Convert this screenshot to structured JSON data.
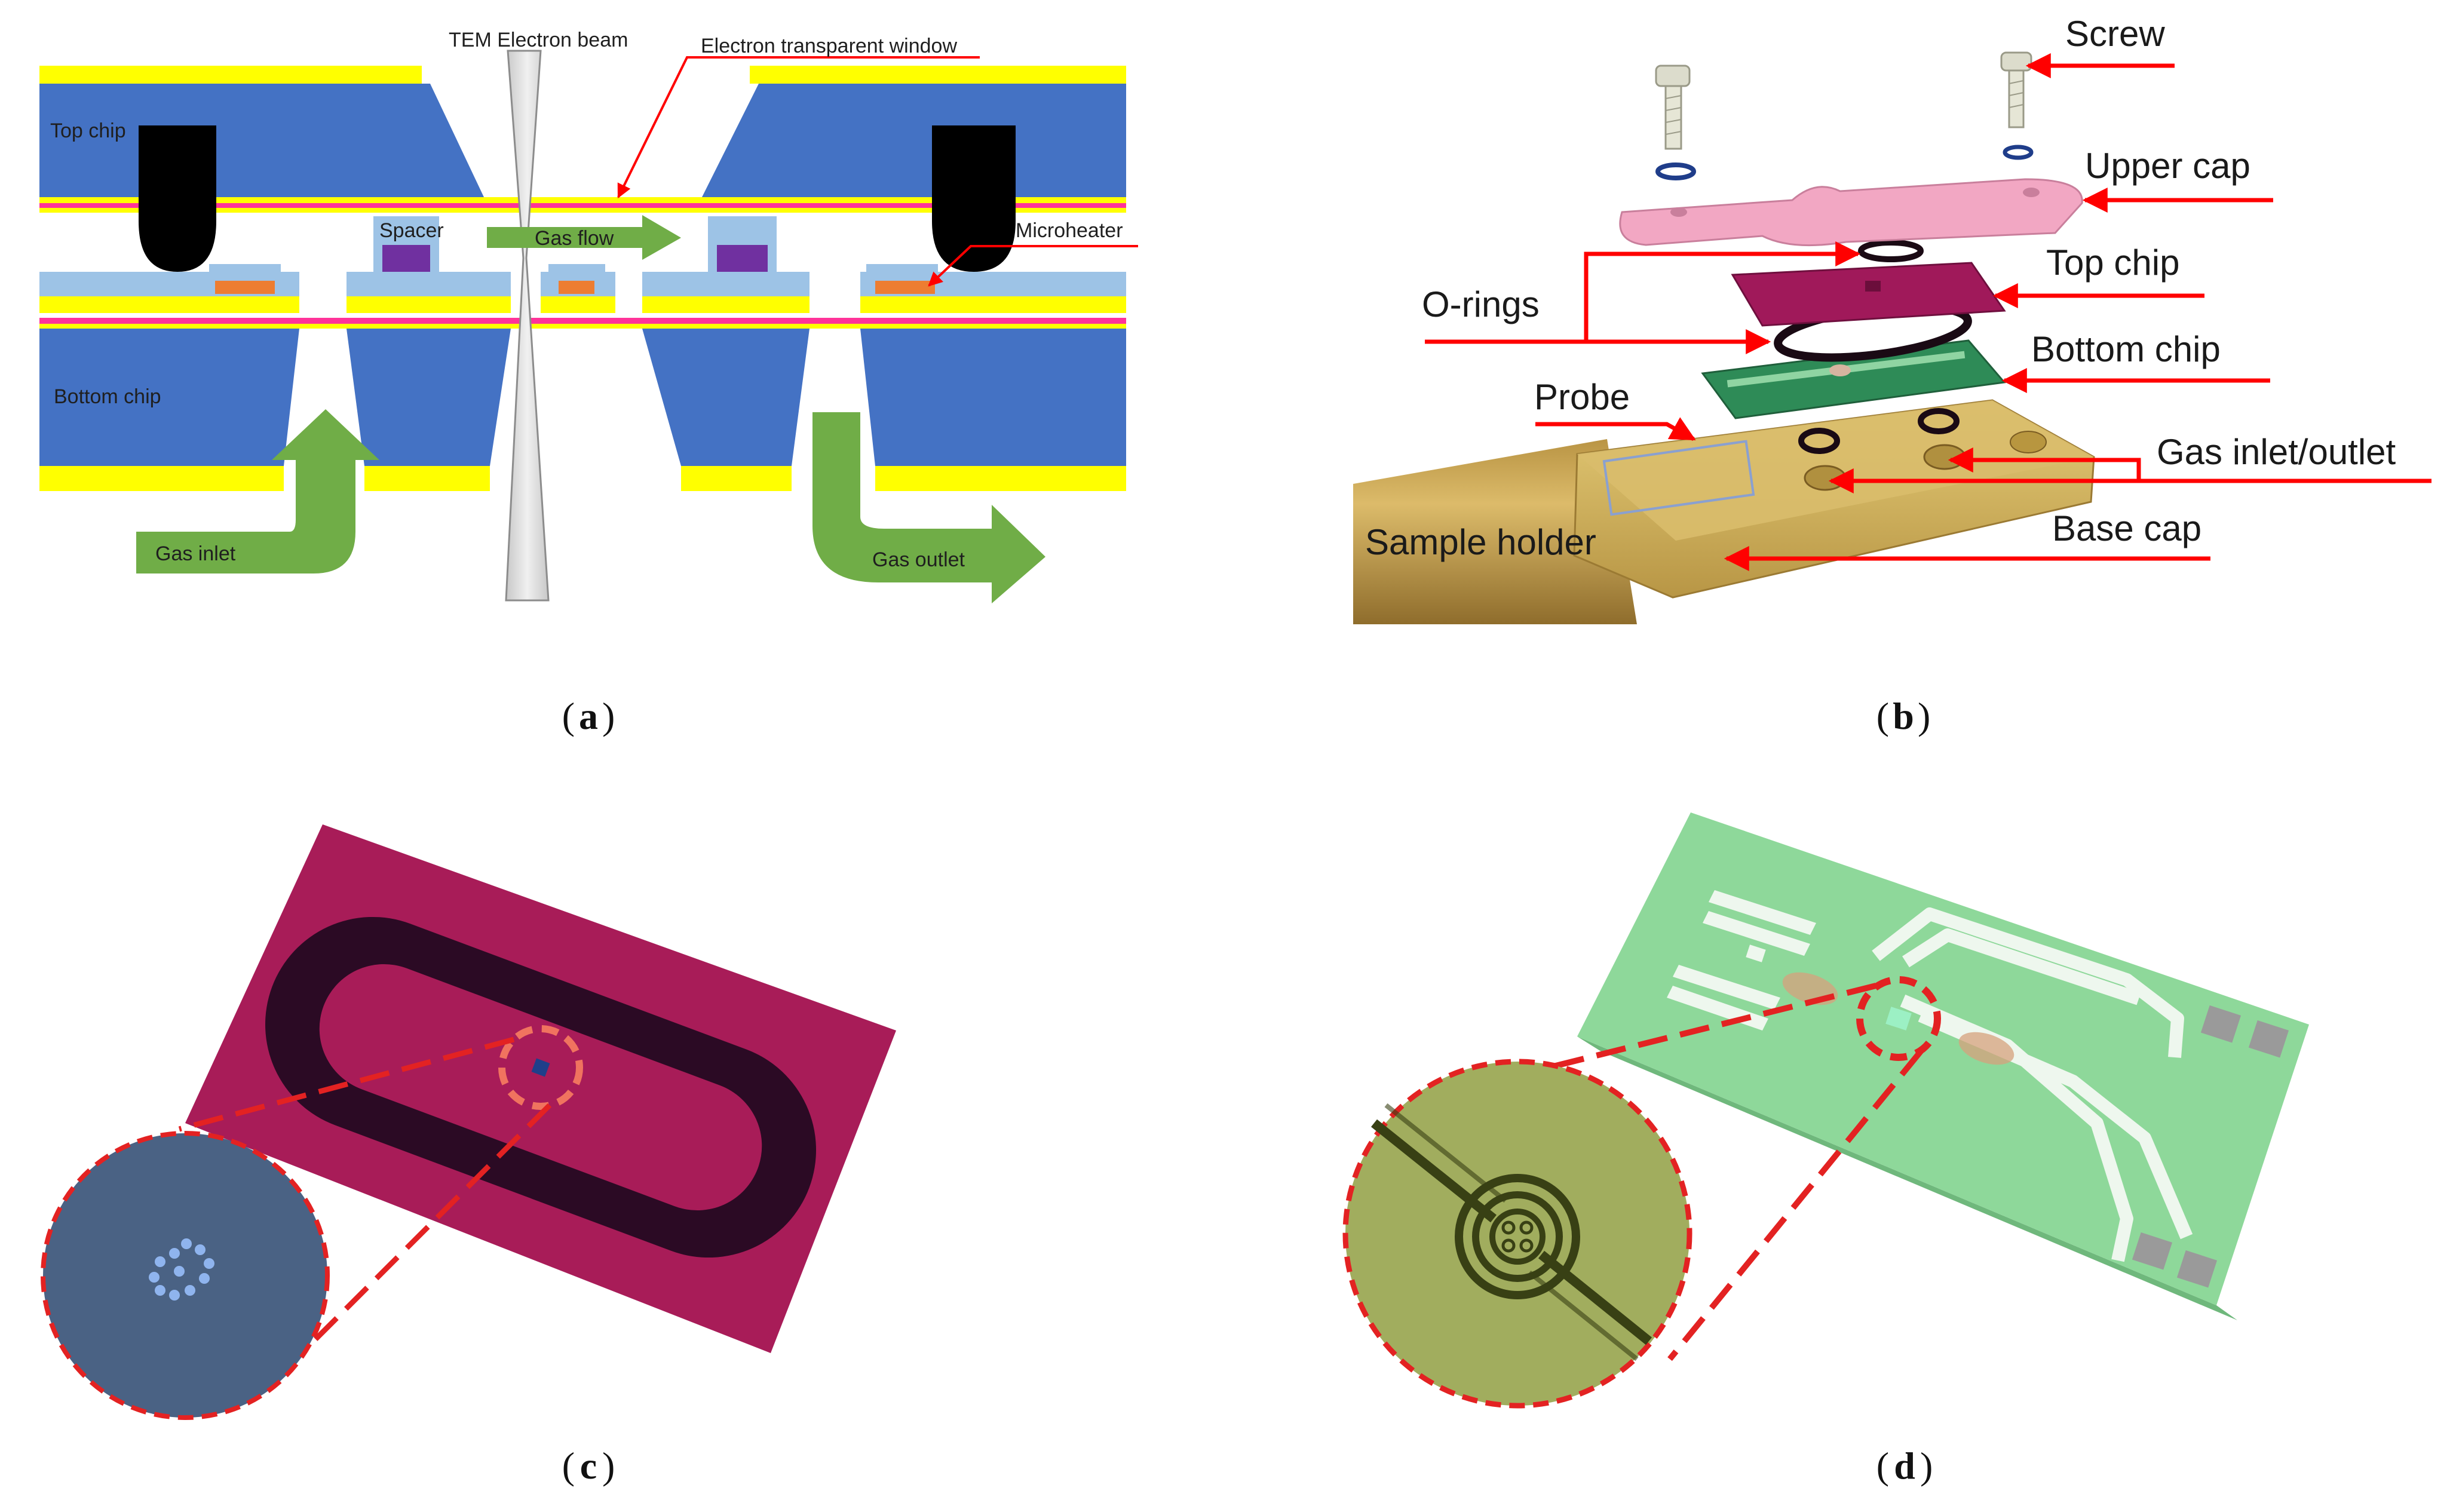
{
  "panel_a": {
    "caption_letter": "a",
    "labels": {
      "tem_beam": "TEM Electron beam",
      "window": "Electron transparent window",
      "top_chip": "Top chip",
      "spacer": "Spacer",
      "gas_flow": "Gas flow",
      "microheater": "Microheater",
      "bottom_chip": "Bottom chip",
      "gas_inlet": "Gas inlet",
      "gas_outlet": "Gas outlet"
    },
    "colors": {
      "chip_blue": "#4472c4",
      "gold_layer": "#ffff00",
      "membrane_pink": "#ff3399",
      "spacer_light": "#9dc3e6",
      "spacer_purple": "#7030a0",
      "heater_orange": "#ed7d31",
      "arrow_green": "#70ad47",
      "leader_red": "#ff0000"
    }
  },
  "panel_b": {
    "caption_letter": "b",
    "labels": {
      "screw": "Screw",
      "upper_cap": "Upper cap",
      "o_rings": "O-rings",
      "top_chip": "Top chip",
      "bottom_chip": "Bottom chip",
      "probe": "Probe",
      "gas_inlet_outlet": "Gas inlet/outlet",
      "sample_holder": "Sample holder",
      "base_cap": "Base cap"
    },
    "colors": {
      "upper_cap": "#f2a7c3",
      "top_chip": "#a0195a",
      "bottom_chip": "#2e8b57",
      "base_cap": "#d2b45a",
      "holder_rod": "#c9a24e",
      "o_ring": "#1a0a14"
    }
  },
  "panel_c": {
    "caption_letter": "c",
    "colors": {
      "chip": "#a81c58",
      "ring": "#2b0a24",
      "inset": "#4a6284",
      "holes": "#8fb4ee",
      "leader_red": "#e32222"
    }
  },
  "panel_d": {
    "caption_letter": "d",
    "colors": {
      "chip": "#8ed89a",
      "traces": "#eef7ee",
      "pads": "#9a9a9a",
      "inset": "#a1ad5e",
      "heater_lines": "#384014",
      "leader_red": "#e32222"
    }
  }
}
